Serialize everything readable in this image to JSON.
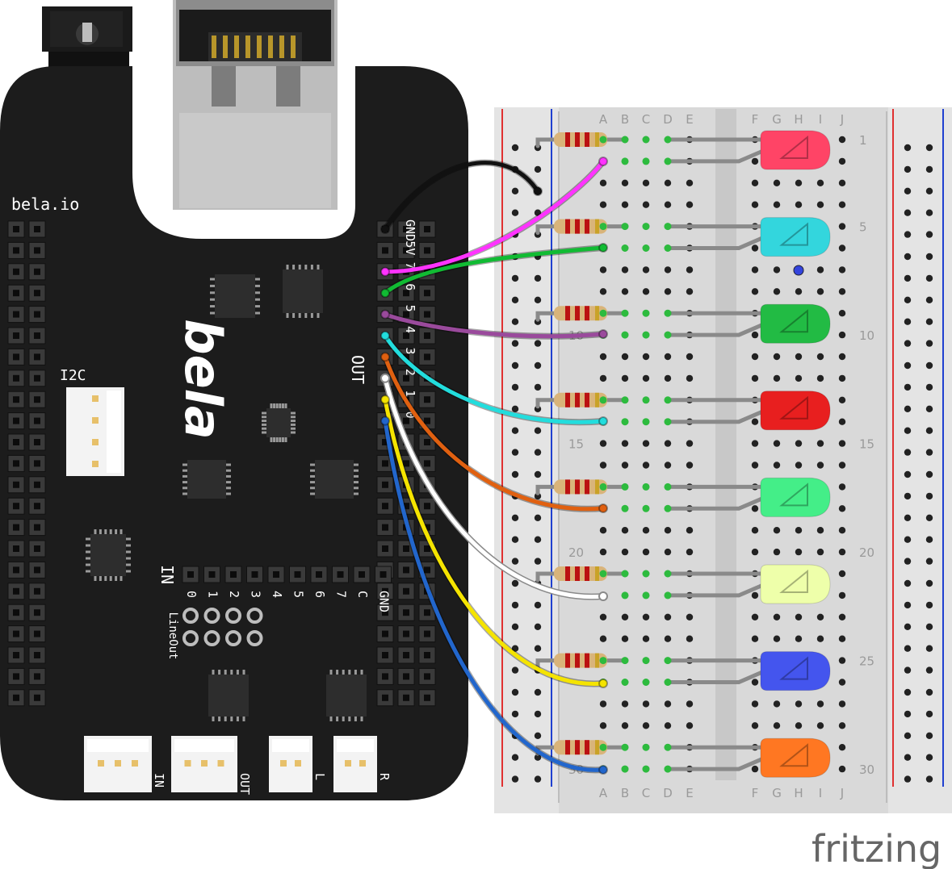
{
  "board": {
    "power_label": "5V",
    "brand_url": "bela.io",
    "logo_text": "bela",
    "i2c_label": "I2C",
    "out_label": "OUT",
    "in_label": "IN",
    "lineout_label": "LineOut",
    "gnd_label": "GND",
    "header_top_labels": [
      "GND",
      "5V",
      "7",
      "6",
      "5",
      "4",
      "3",
      "2",
      "1",
      "0"
    ],
    "analog_in_numbers": [
      "0",
      "1",
      "2",
      "3",
      "4",
      "5",
      "6",
      "7",
      "C",
      "GND"
    ],
    "connector_labels": [
      "IN",
      "OUT",
      "L",
      "R"
    ]
  },
  "breadboard": {
    "column_letters": [
      "A",
      "B",
      "C",
      "D",
      "E",
      "F",
      "G",
      "H",
      "I",
      "J"
    ],
    "row_numbers": [
      "1",
      "5",
      "10",
      "15",
      "20",
      "25",
      "30"
    ]
  },
  "wires": [
    {
      "color": "#111111",
      "name": "gnd-wire"
    },
    {
      "color": "#ff33ff",
      "name": "5v-wire"
    },
    {
      "color": "#11bb33",
      "name": "digital-7-wire"
    },
    {
      "color": "#9a4a9c",
      "name": "digital-6-wire"
    },
    {
      "color": "#22dddd",
      "name": "digital-5-wire"
    },
    {
      "color": "#e06010",
      "name": "digital-4-wire"
    },
    {
      "color": "#ffffff",
      "name": "digital-3-wire"
    },
    {
      "color": "#f5e400",
      "name": "digital-2-wire"
    },
    {
      "color": "#2266cc",
      "name": "digital-1-wire"
    }
  ],
  "leds": [
    {
      "color": "#ff4466",
      "name": "pink-led"
    },
    {
      "color": "#33d6dd",
      "name": "cyan-led"
    },
    {
      "color": "#22bb44",
      "name": "green-led"
    },
    {
      "color": "#e81f1f",
      "name": "red-led"
    },
    {
      "color": "#44ee88",
      "name": "light-green-led"
    },
    {
      "color": "#eeffaa",
      "name": "pale-yellow-led"
    },
    {
      "color": "#4455ee",
      "name": "blue-led"
    },
    {
      "color": "#ff7722",
      "name": "orange-led"
    }
  ],
  "watermark": "fritzing"
}
